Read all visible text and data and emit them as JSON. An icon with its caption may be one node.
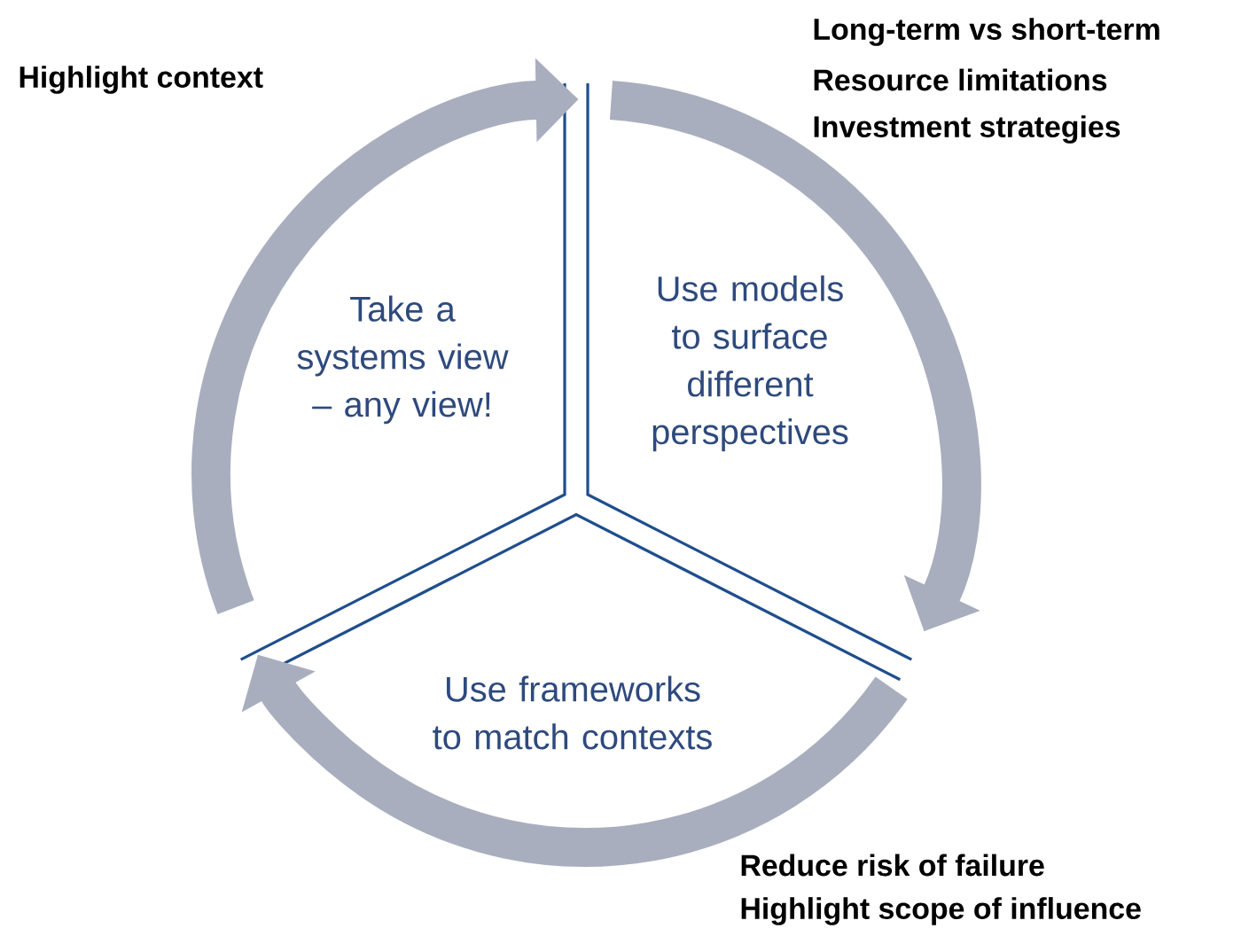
{
  "diagram": {
    "nodes": [
      {
        "text": [
          "Take a systems view – any view!"
        ]
      },
      {
        "text": [
          "Use models to surface different perspectives"
        ]
      },
      {
        "text": [
          "Use frameworks to match contexts"
        ]
      }
    ],
    "edges": [
      {
        "from": 0,
        "to": 1,
        "arrow": "to"
      },
      {
        "from": 1,
        "to": 2,
        "arrow": "to"
      },
      {
        "from": 2,
        "to": 0,
        "arrow": "to"
      }
    ],
    "labels": [
      "Highlight context",
      "Long-term vs short-term",
      "Resource limitations",
      "Investment strategies",
      "Reduce risk of failure",
      "Highlight scope of influence"
    ]
  }
}
